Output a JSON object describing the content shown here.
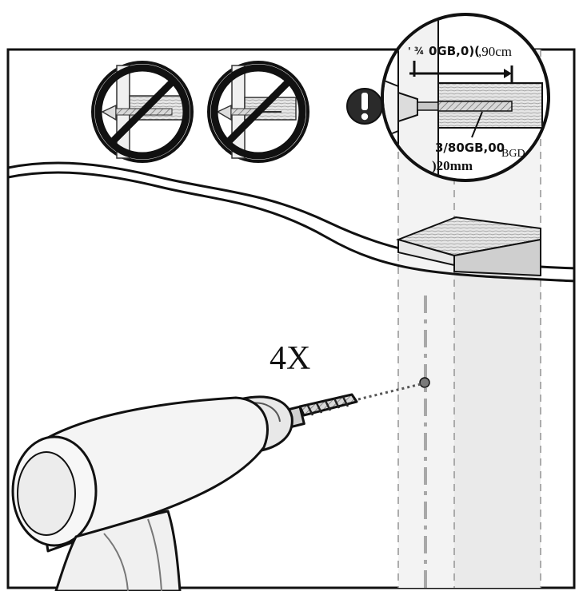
{
  "instruction": {
    "repeat_count": "4X",
    "callout_depth_label_prefix": "' ¾",
    "callout_depth_label_code": "0GB,0)(",
    "callout_depth_label_value": ",90cm",
    "callout_diameter_label": "3/80GB,00",
    "callout_diameter_value": ")20mm",
    "callout_side_label": "BGD"
  },
  "icons": {
    "prohibited_1": "prohibited-anchor-icon",
    "prohibited_2": "prohibited-screw-icon",
    "warning": "exclamation-warning-icon",
    "tool": "power-drill-icon"
  },
  "colors": {
    "line": "#111111",
    "wall": "#ffffff",
    "stud_shade": "#e4e4e4",
    "warning_fill": "#2a2a2a",
    "dash_grey": "#9a9a9a",
    "drill_body": "#f4f4f4"
  }
}
